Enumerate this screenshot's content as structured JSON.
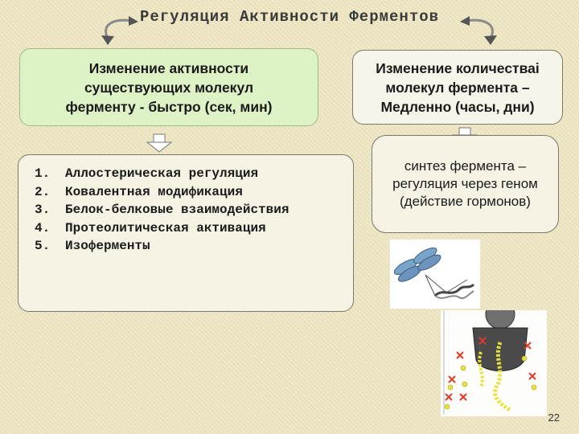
{
  "title": "Регуляция Активности Ферментов",
  "left_top_box": {
    "lines": [
      "Изменение активности",
      "существующих молекул",
      "ферменту - быстро (сек, мин)"
    ]
  },
  "right_top_box": {
    "lines": [
      "Изменение количестваi",
      "молекул фермента –",
      "Медленно (часы, дни)"
    ]
  },
  "left_list": {
    "items": [
      {
        "num": "1.",
        "text": "Аллостерическая регуляция"
      },
      {
        "num": "2.",
        "text": "Ковалентная модификация"
      },
      {
        "num": "3.",
        "text": "Белок-белковые взаимодействия"
      },
      {
        "num": "4.",
        "text": "Протеолитическая активация"
      },
      {
        "num": "5.",
        "text": "Изоферменты"
      }
    ]
  },
  "right_mid_box": {
    "lines": [
      "синтез фермента –",
      "регуляция через геном",
      "(действие гормонов)"
    ]
  },
  "page_number": "22",
  "colors": {
    "green_box": "#ddf3c6",
    "arrow_fill": "#ffffff",
    "cross_red": "#e03a2a",
    "dot_yellow": "#e7e23c"
  }
}
